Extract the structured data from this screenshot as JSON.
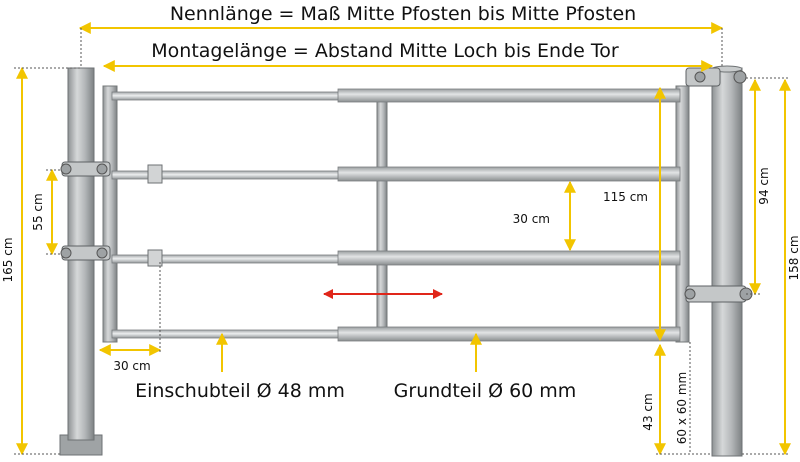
{
  "labels": {
    "nominal_length": "Nennlänge = Maß Mitte Pfosten bis Mitte Pfosten",
    "mounting_length": "Montagelänge = Abstand Mitte Loch bis Ende Tor",
    "total_height": "165 cm",
    "hinge_spacing": "55 cm",
    "insert_overlap": "30 cm",
    "insert_part": "Einschubteil Ø 48 mm",
    "base_part": "Grundteil Ø 60 mm",
    "bar_gap": "30 cm",
    "gate_height": "115 cm",
    "ground_clearance": "43 cm",
    "post_profile": "60 x 60 mm",
    "bracket_spacing": "94 cm",
    "post_height": "158 cm"
  },
  "colors": {
    "dimension_line": "#f2c500",
    "arrow": "#e0261a",
    "steel": "#b5b8ba"
  },
  "icons": {
    "adjust_arrow": "double-headed-arrow-icon"
  }
}
